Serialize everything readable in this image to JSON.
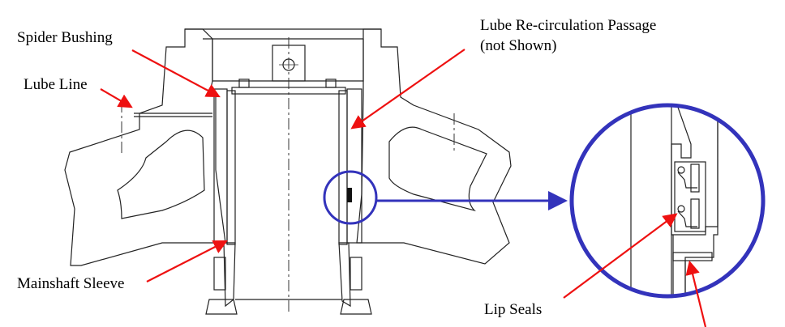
{
  "diagram": {
    "labels": {
      "spider_bushing": "Spider Bushing",
      "lube_line": "Lube Line",
      "lube_recirc_line1": "Lube Re-circulation Passage",
      "lube_recirc_line2": "(not Shown)",
      "mainshaft_sleeve": "Mainshaft Sleeve",
      "lip_seals": "Lip Seals"
    },
    "colors": {
      "annotation_arrow": "#ee1111",
      "callout": "#3333bb",
      "drawing_line": "#222222"
    }
  }
}
